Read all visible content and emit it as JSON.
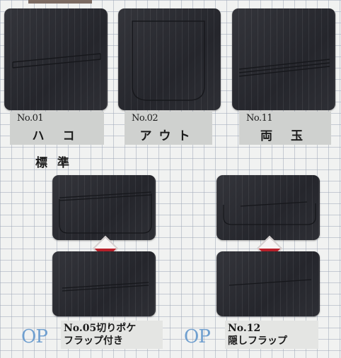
{
  "pockets_standard": [
    {
      "code": "No.01",
      "name": "ハ コ"
    },
    {
      "code": "No.02",
      "name": "アウト"
    },
    {
      "code": "No.11",
      "name": "両 玉"
    }
  ],
  "standard_label": "標 準",
  "options": [
    {
      "badge": "OP",
      "code": "No.05切りポケ",
      "name": "フラップ付き"
    },
    {
      "badge": "OP",
      "code": "No.12",
      "name": "隠しフラップ"
    }
  ],
  "colors": {
    "fabric": "#2a2b31",
    "label_bg": "#cfd1cf",
    "op": "#6f9fcf",
    "diamond_red": "#b8202a"
  }
}
